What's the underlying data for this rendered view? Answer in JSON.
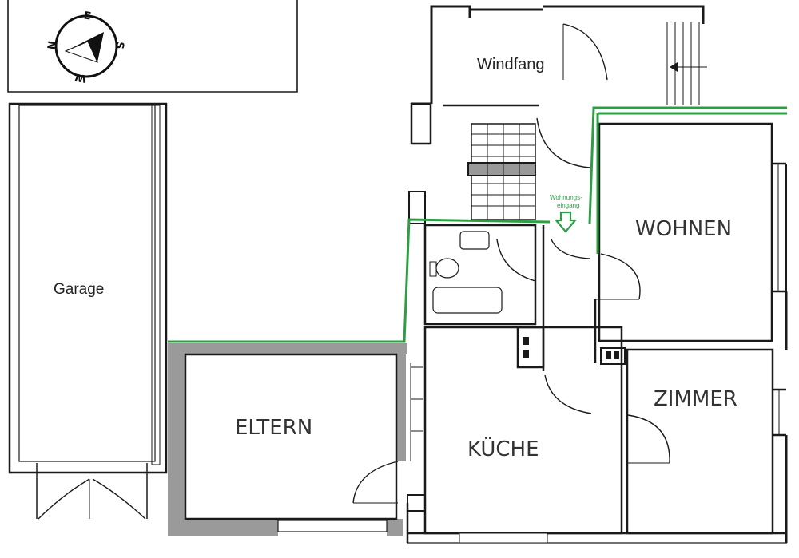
{
  "rooms": {
    "windfang": "Windfang",
    "garage": "Garage",
    "wohnen": "WOHNEN",
    "eltern": "ELTERN",
    "kueche": "KÜCHE",
    "zimmer": "ZIMMER"
  },
  "entrance": {
    "line1": "Wohnungs-",
    "line2": "eingang"
  },
  "compass": {
    "north": "N",
    "east": "E",
    "south": "S",
    "west": "W"
  },
  "colors": {
    "apartment_outline": "#2e9e45",
    "walls": "#1a1a1a",
    "hatched_wall": "#9a9a9a"
  }
}
